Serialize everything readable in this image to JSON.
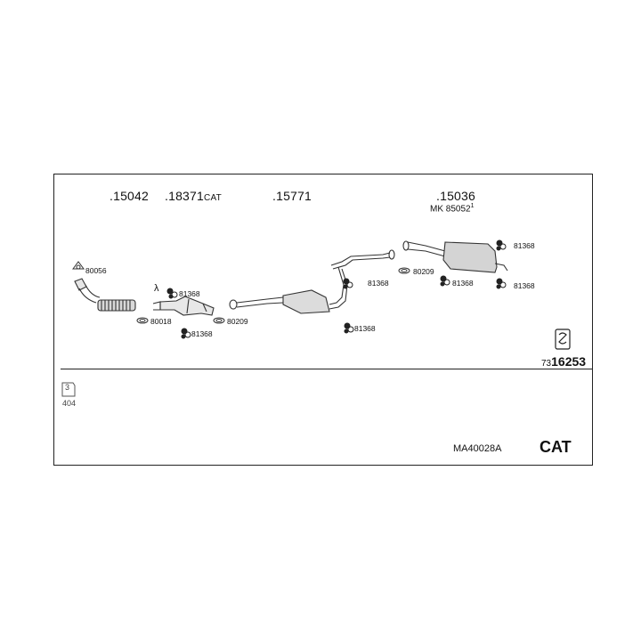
{
  "header_parts": {
    "p1": ".15042",
    "p2": ".18371",
    "p2_suffix": "CAT",
    "p3": ".15771",
    "p4": ".15036",
    "p4_sub": "MK 85052",
    "p4_sub_sup": "1"
  },
  "callouts": {
    "c80056": "80056",
    "c81368_a": "81368",
    "c80018": "80018",
    "c81368_b": "81368",
    "c80209_a": "80209",
    "c81368_c": "81368",
    "c81368_d": "81368",
    "c80209_b": "80209",
    "c81368_e": "81368",
    "c81368_f": "81368",
    "c81368_g": "81368",
    "lambda": "λ"
  },
  "part_number": {
    "prefix": "73",
    "main": "16253"
  },
  "footer": {
    "note_top": "3",
    "note_bottom": "404",
    "code": "MA40028A",
    "cat": "CAT"
  }
}
